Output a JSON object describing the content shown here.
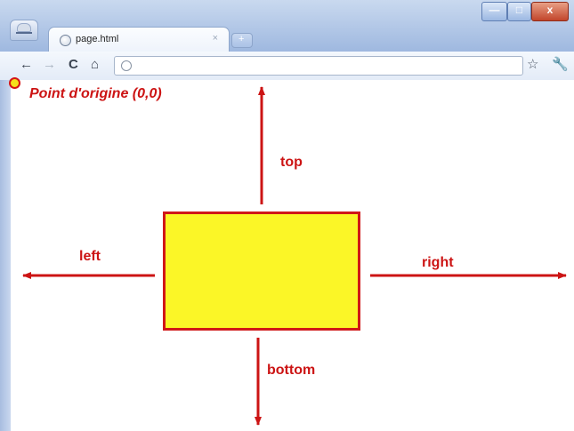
{
  "browser": {
    "tab_title": "page.html",
    "tab_close": "×",
    "new_tab": "+",
    "window_buttons": {
      "minimize": "—",
      "maximize": "□",
      "close": "x"
    },
    "toolbar": {
      "back": "←",
      "forward": "→",
      "reload": "C",
      "home": "⌂",
      "star": "☆",
      "wrench": "🔧"
    },
    "address": {
      "value": "",
      "placeholder": ""
    }
  },
  "diagram": {
    "origin_label": "Point d'origine (0,0)",
    "labels": {
      "top": "top",
      "left": "left",
      "right": "right",
      "bottom": "bottom"
    },
    "colors": {
      "accent": "#cc1414",
      "box_fill": "#fbf627",
      "origin_fill": "#f5e21b"
    }
  }
}
